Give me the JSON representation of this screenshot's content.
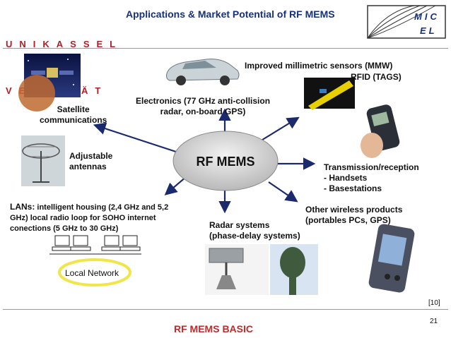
{
  "header": {
    "logo_text_line1": "UNIKASSEL",
    "logo_text_line2": "VERSITÄT",
    "title": "Applications & Market Potential of RF MEMS",
    "micel_line1": "MIC",
    "micel_line2": "EL"
  },
  "diagram": {
    "center": "RF MEMS",
    "satellite": "Satellite\ncommunications",
    "mmw": "Improved millimetric sensors (MMW)",
    "rfid": "RFID (TAGS)",
    "electronics": "Electronics (77 GHz anti-collision\nradar, on-board GPS)",
    "antennas": "Adjustable\nantennas",
    "transmission": "Transmission/reception\n- Handsets\n- Basestations",
    "lans_bold": "LANs:",
    "lans_text": " intelligent housing (2,4 GHz and 5,2\nGHz) local radio loop for SOHO internet\nconections (5 GHz to 30 GHz)",
    "local_network": "Local Network",
    "radar": "Radar systems\n(phase-delay systems)",
    "wireless": "Other wireless products\n(portables PCs, GPS)"
  },
  "colors": {
    "logo_red": "#b01e2a",
    "title_blue": "#16307a",
    "arrow": "#1a2a6c",
    "footer_red": "#c02a2a"
  },
  "footer": {
    "title": "RF  MEMS BASIC",
    "page": "21",
    "ref": "[10]"
  }
}
